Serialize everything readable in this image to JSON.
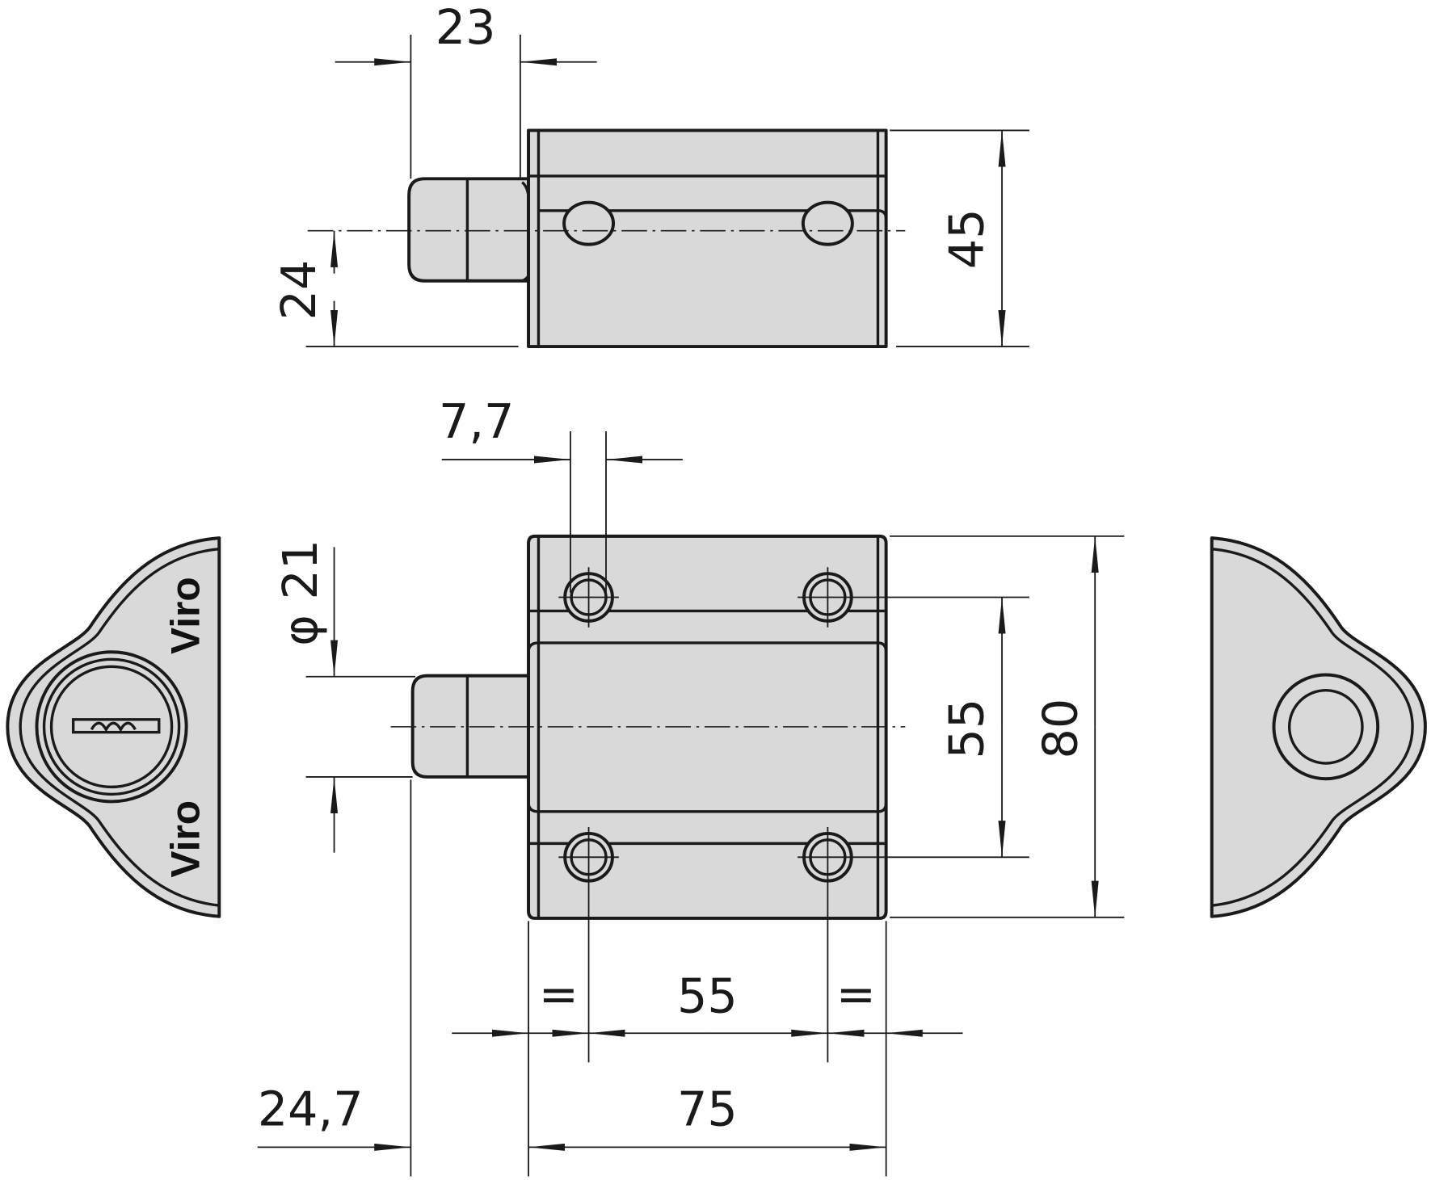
{
  "drawing": {
    "top_view": {
      "dim_bolt_projection": "23",
      "dim_bolt_axis_height": "24",
      "dim_body_depth": "45"
    },
    "front_view": {
      "dim_hole_diameter": "7,7",
      "dim_bolt_diameter": "φ 21",
      "dim_hole_spacing_vertical": "55",
      "dim_body_height": "80",
      "dim_equal_left": "=",
      "dim_hole_spacing_horizontal": "55",
      "dim_equal_right": "=",
      "dim_bolt_extension": "24,7",
      "dim_body_width": "75"
    },
    "cylinder_view": {
      "brand_top": "Viro",
      "brand_bottom": "Viro"
    }
  },
  "colors": {
    "fill": "#d9d9d9",
    "line": "#1a1a1a"
  }
}
